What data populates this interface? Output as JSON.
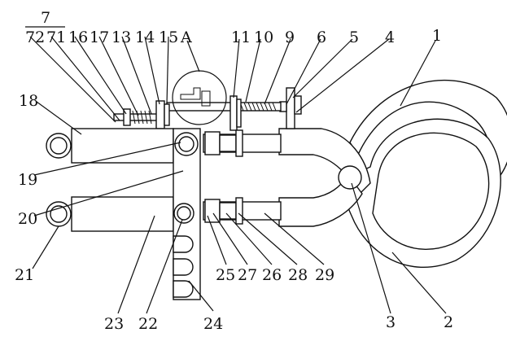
{
  "labels": {
    "l7": "7",
    "l72": "72",
    "l71": "71",
    "l16": "16",
    "l17": "17",
    "l13": "13",
    "l14": "14",
    "l15": "15",
    "lA": "A",
    "l11": "11",
    "l10": "10",
    "l9": "9",
    "l6": "6",
    "l5": "5",
    "l4": "4",
    "l1": "1",
    "l18": "18",
    "l19": "19",
    "l20": "20",
    "l21": "21",
    "l23": "23",
    "l22": "22",
    "l24": "24",
    "l25": "25",
    "l27": "27",
    "l26": "26",
    "l28": "28",
    "l29": "29",
    "l3": "3",
    "l2": "2"
  }
}
